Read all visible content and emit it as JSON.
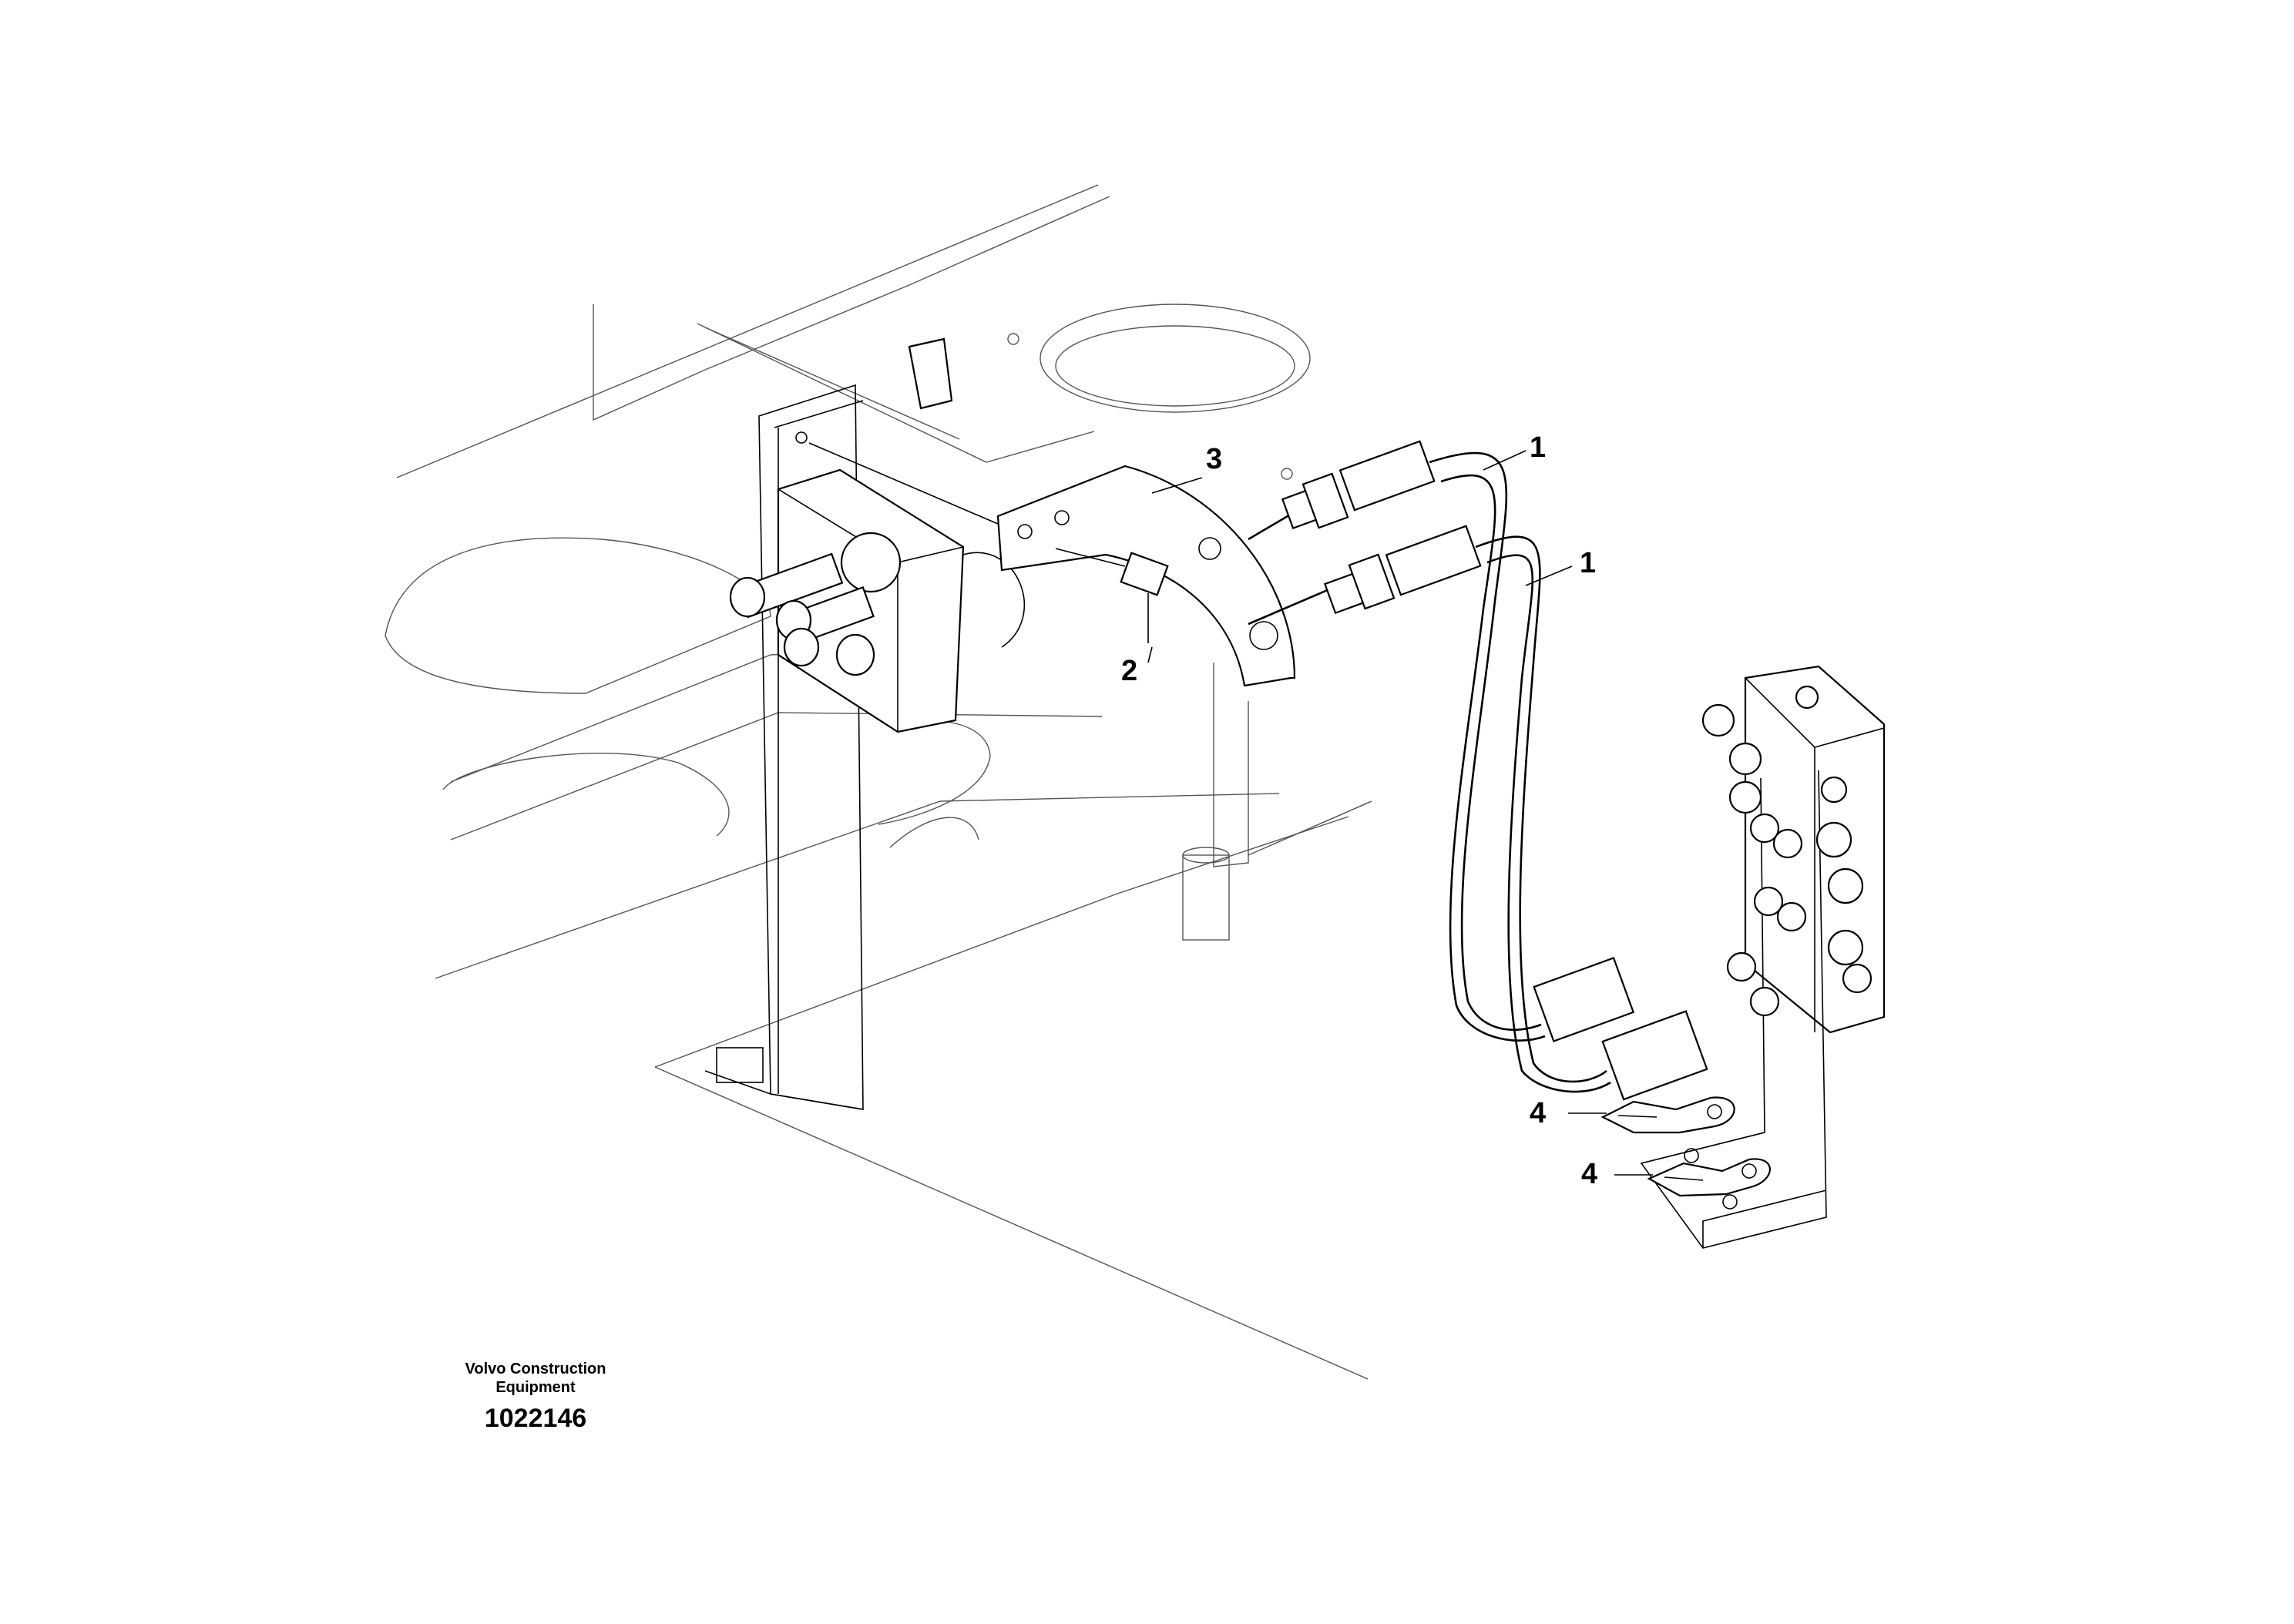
{
  "callouts": [
    {
      "id": "hose-upper",
      "text": "1"
    },
    {
      "id": "hose-lower",
      "text": "1"
    },
    {
      "id": "screw",
      "text": "2"
    },
    {
      "id": "bracket",
      "text": "3"
    },
    {
      "id": "clamp-upper",
      "text": "4"
    },
    {
      "id": "clamp-lower",
      "text": "4"
    }
  ],
  "credit": {
    "line1": "Volvo Construction",
    "line2": "Equipment"
  },
  "document_number": "1022146"
}
